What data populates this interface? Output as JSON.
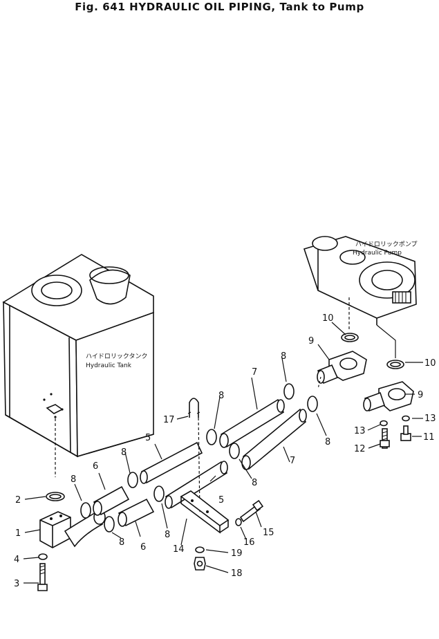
{
  "figure": {
    "title": "Fig. 641   HYDRAULIC OIL PIPING, Tank to Pump"
  },
  "components": {
    "tank": {
      "label_jp": "ハイドロリックタンク",
      "label_en": "Hydraulic  Tank"
    },
    "pump": {
      "label_jp": "ハイドロリックポンプ",
      "label_en": "Hydraulic  Pump"
    }
  },
  "callouts": {
    "c1": "1",
    "c2": "2",
    "c3": "3",
    "c4": "4",
    "c5a": "5",
    "c5b": "5",
    "c6a": "6",
    "c6b": "6",
    "c7a": "7",
    "c7b": "7",
    "c8a": "8",
    "c8b": "8",
    "c8c": "8",
    "c8d": "8",
    "c8e": "8",
    "c8f": "8",
    "c8g": "8",
    "c8h": "8",
    "c9a": "9",
    "c9b": "9",
    "c10a": "10",
    "c10b": "10",
    "c11": "11",
    "c12": "12",
    "c13a": "13",
    "c13b": "13",
    "c14": "14",
    "c15": "15",
    "c16": "16",
    "c17": "17",
    "c18": "18",
    "c19": "19"
  }
}
